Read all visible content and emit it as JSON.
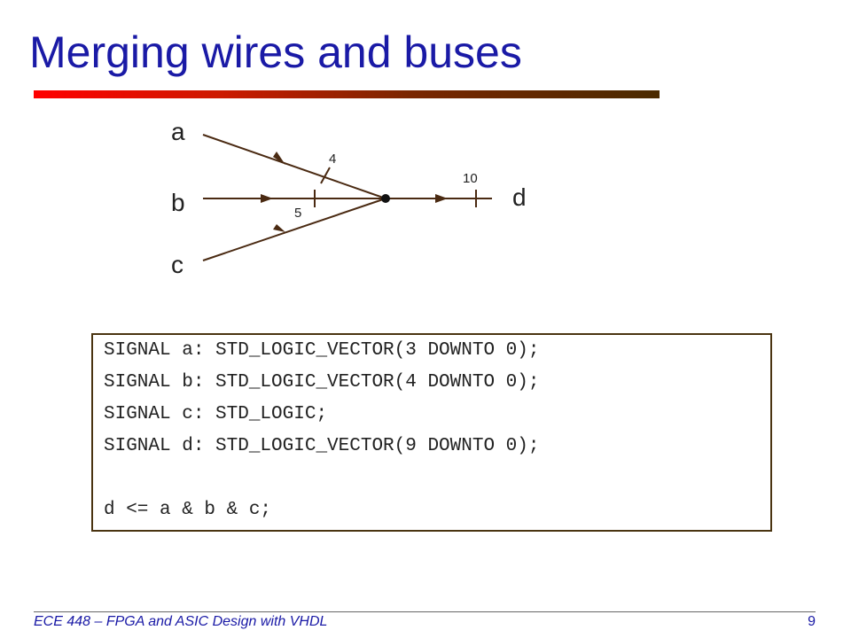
{
  "slide": {
    "title": "Merging wires and buses"
  },
  "diagram": {
    "inputs": {
      "a": "a",
      "b": "b",
      "c": "c"
    },
    "output": "d",
    "widths": {
      "a": "4",
      "b": "5",
      "out": "10"
    }
  },
  "code": {
    "lines": [
      "SIGNAL a: STD_LOGIC_VECTOR(3 DOWNTO 0);",
      "SIGNAL b: STD_LOGIC_VECTOR(4 DOWNTO 0);",
      "SIGNAL c: STD_LOGIC;",
      "SIGNAL d: STD_LOGIC_VECTOR(9 DOWNTO 0);",
      "",
      "d <= a & b & c;"
    ]
  },
  "footer": {
    "course": "ECE 448 – FPGA and ASIC Design with VHDL",
    "page": "9"
  }
}
